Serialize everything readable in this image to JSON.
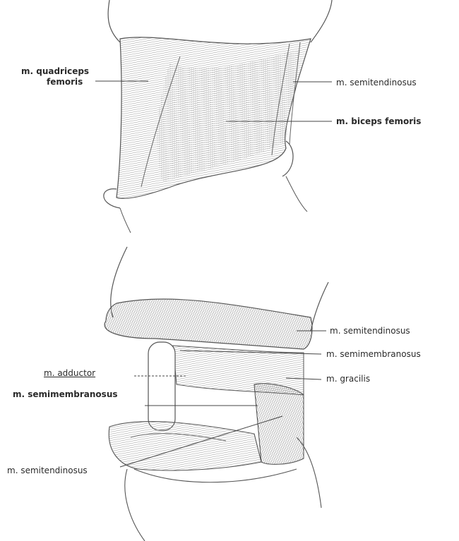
{
  "top_illustration": {
    "labels": {
      "quadriceps_line1": "m. quadriceps",
      "quadriceps_line2": "femoris",
      "semitendinosus": "m. semitendinosus",
      "biceps_femoris": "m. biceps femoris"
    }
  },
  "bottom_illustration": {
    "labels": {
      "semitendinosus_right": "m. semitendinosus",
      "semimembranosus_right": "m. semimembranosus",
      "adductor": "m. adductor",
      "gracilis": "m. gracilis",
      "semimembranosus_left": "m. semimembranosus",
      "semitendinosus_left": "m. semitendinosus"
    }
  }
}
